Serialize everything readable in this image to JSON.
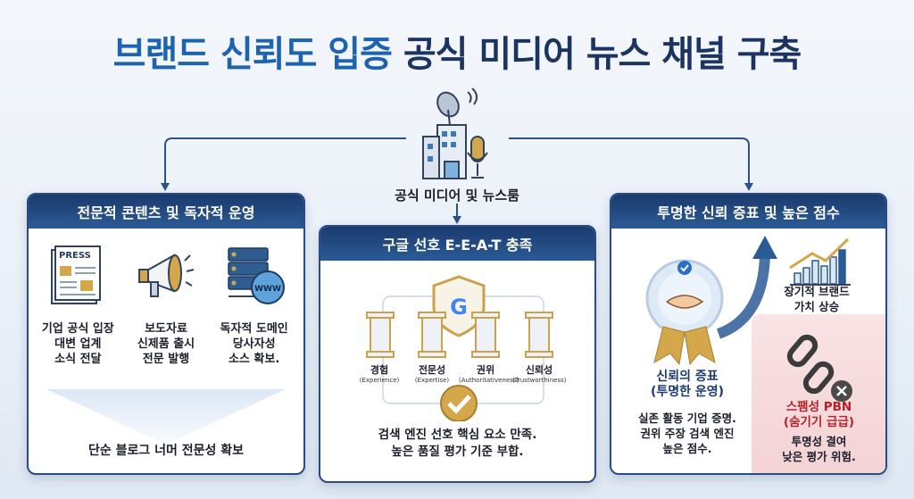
{
  "title": {
    "part1": "브랜드 신뢰도 입증",
    "part2": "공식 미디어 뉴스 채널 구축"
  },
  "hub": {
    "label": "공식 미디어 및 뉴스룸",
    "icon": "newsroom-building-icon"
  },
  "colors": {
    "navy": "#1a3a6e",
    "blue": "#1d63b0",
    "gold": "#d4a84a",
    "red": "#b3242a"
  },
  "left_panel": {
    "header": "전문적 콘텐츠 및 독자적 운영",
    "items": [
      {
        "icon": "press-newspaper-icon",
        "press_label": "PRESS",
        "lines": [
          "기업 공식 입장",
          "대변 업계",
          "소식 전달"
        ]
      },
      {
        "icon": "megaphone-icon",
        "lines": [
          "보도자료",
          "신제품 출시",
          "전문 발행"
        ]
      },
      {
        "icon": "server-globe-icon",
        "www_label": "WWW",
        "lines": [
          "독자적 도메인",
          "당사자성",
          "소스 확보."
        ]
      }
    ],
    "footer": "단순 블로그 너머 전문성 확보"
  },
  "center_panel": {
    "header": "구글 선호 E-E-A-T 충족",
    "pillars": [
      {
        "ko": "경험",
        "en": "(Experience)"
      },
      {
        "ko": "전문성",
        "en": "(Expertise)"
      },
      {
        "ko": "권위",
        "en": "(Authoritativeness)"
      },
      {
        "ko": "신뢰성",
        "en": "(Trustworthiness)"
      }
    ],
    "lines": [
      "검색 엔진 선호 핵심 요소 만족.",
      "높은 품질 평가 기준 부합."
    ]
  },
  "right_panel": {
    "header": "투명한 신뢰 증표 및 높은 점수",
    "growth": [
      "장기적 브랜드",
      "가치 상승"
    ],
    "badge_title": [
      "신뢰의 증표",
      "(투명한 운영)"
    ],
    "badge_desc": [
      "실존 활동 기업 증명.",
      "권위 주장 검색 엔진",
      "높은 점수."
    ],
    "spam_title": [
      "스팸성 PBN",
      "(숨기기 급급)"
    ],
    "spam_desc": [
      "투명성 결여",
      "낮은 평가 위험."
    ]
  }
}
